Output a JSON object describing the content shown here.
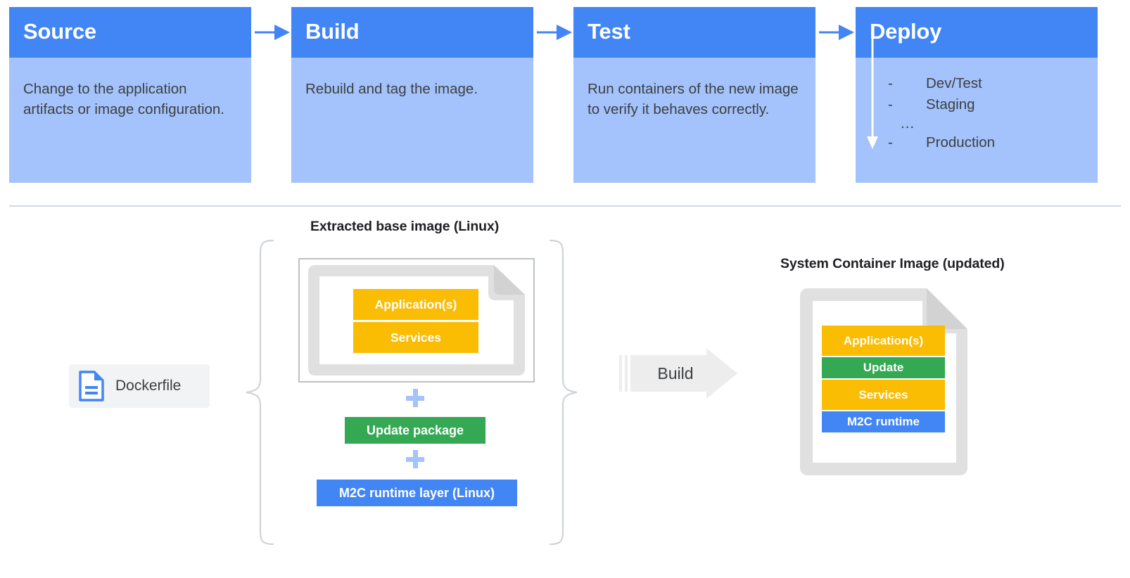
{
  "pipeline": {
    "stages": [
      {
        "title": "Source",
        "desc": "Change to the application artifacts or image configuration."
      },
      {
        "title": "Build",
        "desc": "Rebuild and tag the image."
      },
      {
        "title": "Test",
        "desc": "Run containers of the new image to verify it behaves correctly."
      },
      {
        "title": "Deploy",
        "desc": ""
      }
    ],
    "arrow_labels": [
      "source-to-build-arrow",
      "build-to-test-arrow",
      "test-to-deploy-arrow"
    ],
    "deploy_list": [
      {
        "dash": "-",
        "label": "Dev/Test"
      },
      {
        "dash": "-",
        "label": "Staging"
      },
      {
        "dash": "",
        "label": "..."
      },
      {
        "dash": "-",
        "label": "Production"
      }
    ]
  },
  "diagram": {
    "base_image_caption": "Extracted base image (Linux)",
    "container_image_caption": "System Container Image (updated)",
    "dockerfile_label": "Dockerfile",
    "build_label": "Build",
    "plus_symbol": "+",
    "base_layers": [
      {
        "label": "Application(s)",
        "color": "#FBBC04"
      },
      {
        "label": "Services",
        "color": "#FBBC04"
      }
    ],
    "update_package_label": "Update package",
    "m2c_runtime_layer_label": "M2C runtime layer (Linux)",
    "container_layers": [
      {
        "label": "Application(s)",
        "color": "#FBBC04"
      },
      {
        "label": "Update",
        "color": "#34A853"
      },
      {
        "label": "Services",
        "color": "#FBBC04"
      },
      {
        "label": "M2C runtime",
        "color": "#4285F4"
      }
    ]
  },
  "colors": {
    "header_blue": "#4285F4",
    "body_blue": "#A4C2FB",
    "yellow": "#FBBC04",
    "green": "#34A853",
    "blue": "#4285F4",
    "gray_doc": "#E0E0E0",
    "gray_border": "#BDC1C6",
    "divider": "#D3DAE3",
    "text_dark": "#3C4043",
    "plus_blue": "#A4C2FB"
  }
}
